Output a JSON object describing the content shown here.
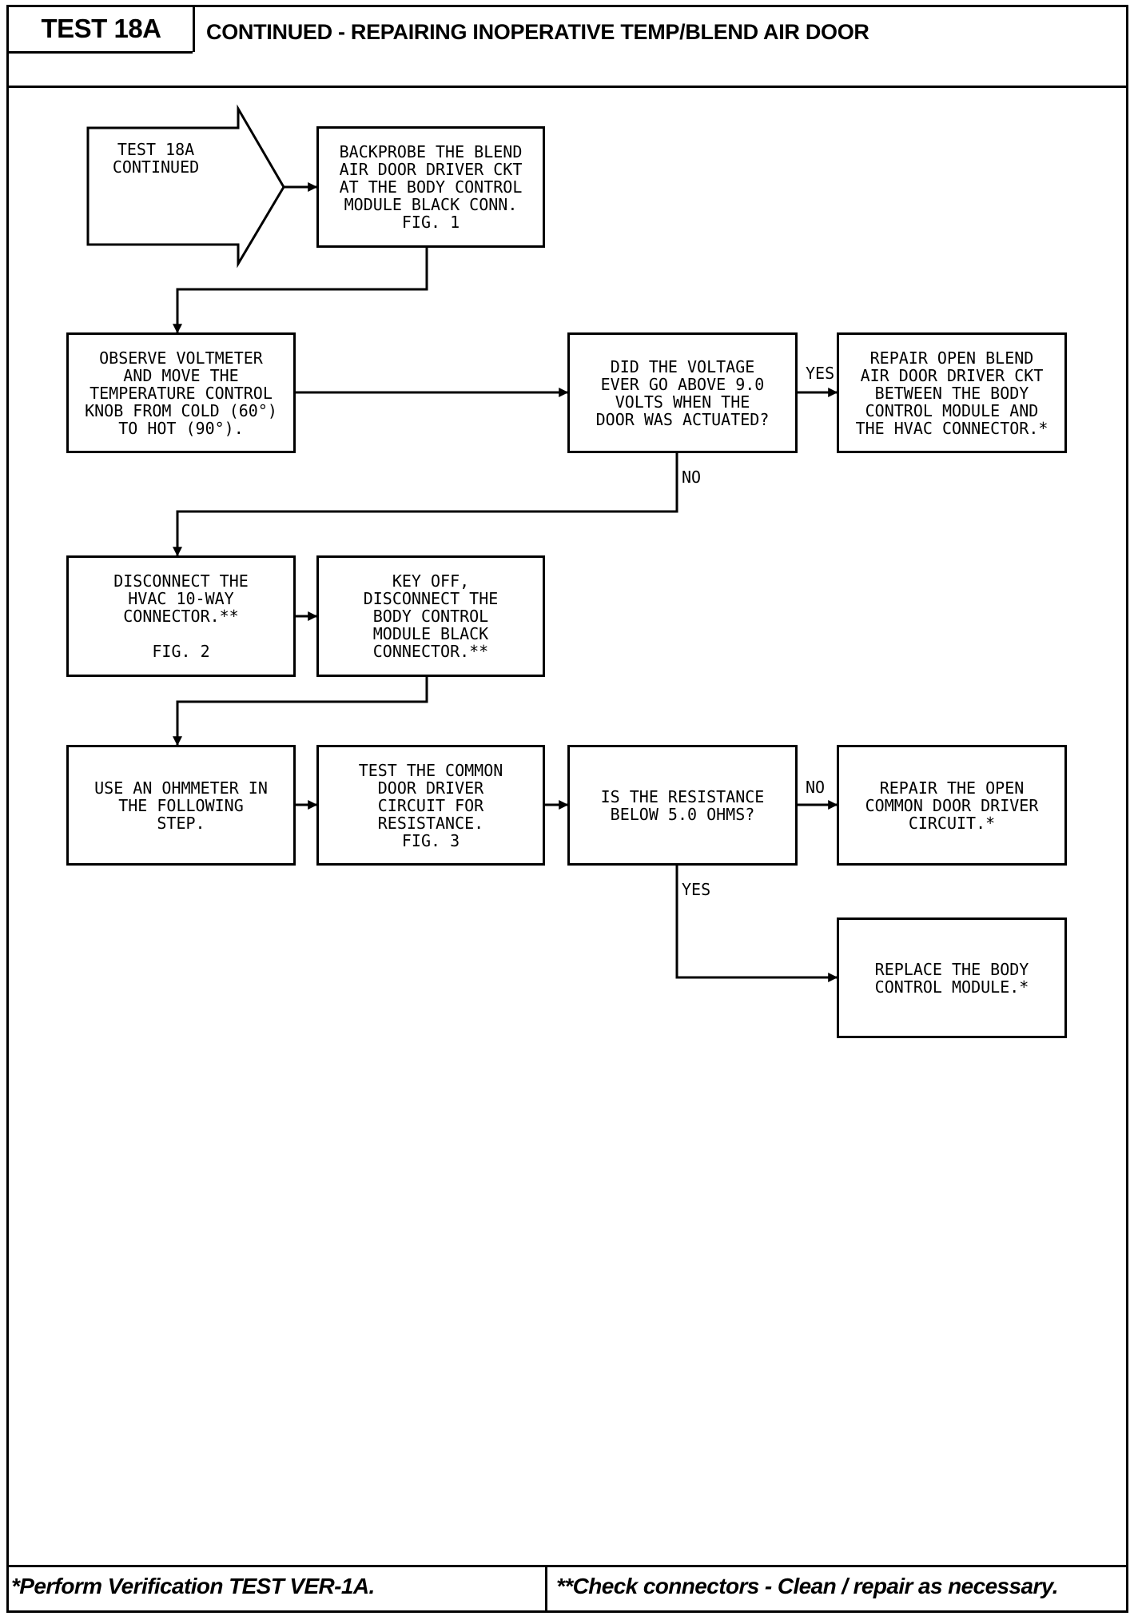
{
  "header": {
    "test_id": "TEST 18A",
    "title": "CONTINUED - REPAIRING INOPERATIVE TEMP/BLEND AIR DOOR"
  },
  "flowchart": {
    "start": "TEST 18A\nCONTINUED",
    "steps": {
      "backprobe": "BACKPROBE THE BLEND\nAIR DOOR DRIVER CKT\nAT THE BODY CONTROL\nMODULE BLACK CONN.\nFIG. 1",
      "observe": "OBSERVE VOLTMETER\nAND MOVE THE\nTEMPERATURE CONTROL\nKNOB FROM COLD (60°)\nTO HOT (90°).",
      "voltage_question": "DID THE VOLTAGE\nEVER GO ABOVE 9.0\nVOLTS WHEN THE\nDOOR WAS ACTUATED?",
      "repair_open_blend": "REPAIR OPEN BLEND\nAIR DOOR DRIVER CKT\nBETWEEN THE BODY\nCONTROL MODULE AND\nTHE HVAC CONNECTOR.*",
      "disconnect_hvac": "DISCONNECT THE\nHVAC 10-WAY\nCONNECTOR.**\n\nFIG. 2",
      "key_off": "KEY OFF,\nDISCONNECT THE\nBODY CONTROL\nMODULE BLACK\nCONNECTOR.**",
      "use_ohmmeter": "USE AN OHMMETER IN\nTHE FOLLOWING\nSTEP.",
      "test_common": "TEST THE COMMON\nDOOR DRIVER\nCIRCUIT FOR\nRESISTANCE.\nFIG. 3",
      "resistance_question": "IS THE RESISTANCE\nBELOW 5.0 OHMS?",
      "repair_common": "REPAIR THE OPEN\nCOMMON DOOR DRIVER\nCIRCUIT.*",
      "replace_bcm": "REPLACE THE BODY\nCONTROL MODULE.*"
    },
    "labels": {
      "yes_1": "YES",
      "no_1": "NO",
      "no_2": "NO",
      "yes_2": "YES"
    }
  },
  "footer": {
    "left": "*Perform Verification TEST VER-1A.",
    "right": "**Check connectors - Clean / repair as necessary."
  }
}
